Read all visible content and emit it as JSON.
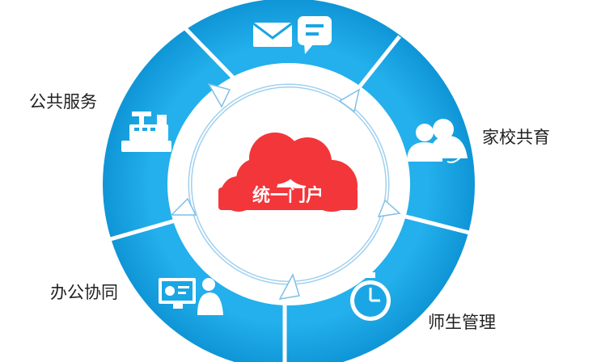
{
  "center": {
    "label": "统一门户"
  },
  "segments": {
    "top": {
      "label": "",
      "icon": "mail-and-chat-icon"
    },
    "family": {
      "label": "家校共育",
      "icon": "users-icon"
    },
    "teacher": {
      "label": "师生管理",
      "icon": "stopwatch-icon"
    },
    "office": {
      "label": "办公协同",
      "icon": "computer-user-icon"
    },
    "public": {
      "label": "公共服务",
      "icon": "cash-register-icon"
    }
  },
  "colors": {
    "ring": "#1aa6e4",
    "ring_edge": "#0f86c2",
    "cloud": "#f2363a",
    "inner_circle": "#ffffff",
    "arrow": "#9fd0ee",
    "text": "#222222"
  }
}
